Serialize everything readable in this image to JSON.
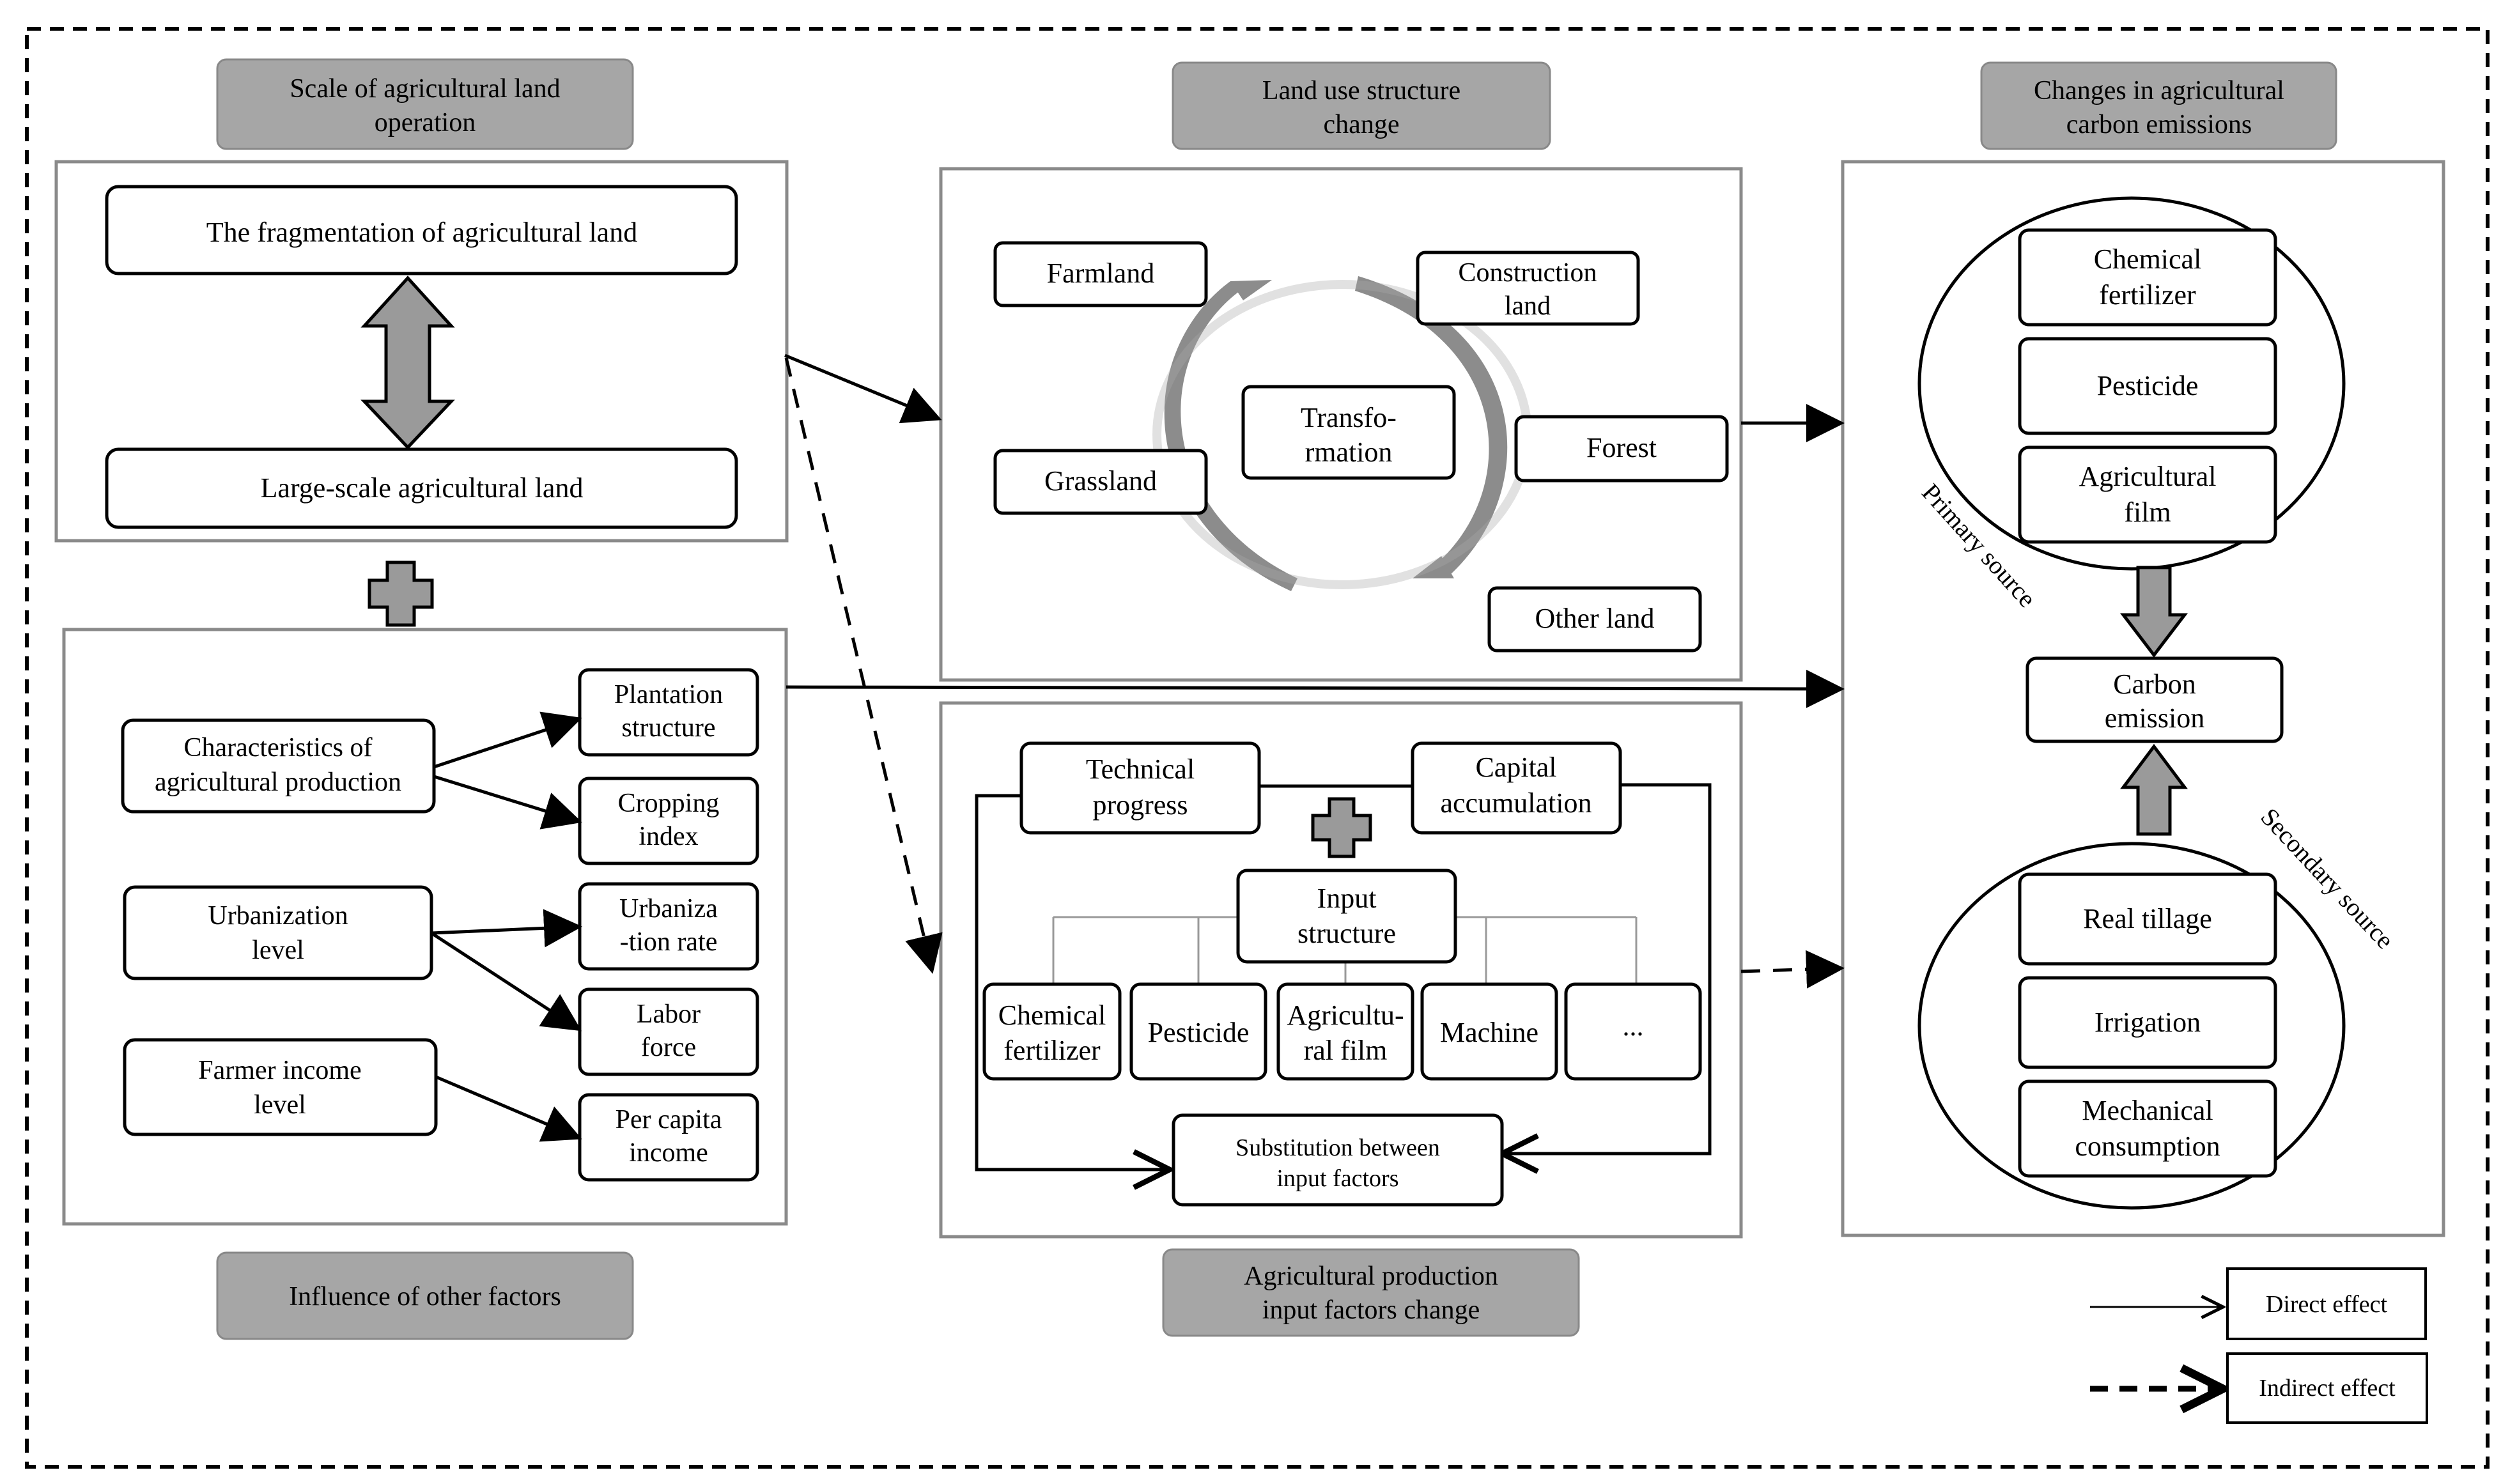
{
  "headers": {
    "scale": [
      "Scale of agricultural land",
      "operation"
    ],
    "land_use": [
      "Land use structure",
      "change"
    ],
    "carbon": [
      "Changes in agricultural",
      "carbon emissions"
    ],
    "other_factors": "Influence of other factors",
    "input_factors": [
      "Agricultural production",
      "input factors change"
    ]
  },
  "scale_panel": {
    "fragmentation": "The fragmentation of agricultural land",
    "large_scale": "Large-scale agricultural land"
  },
  "factors_panel": {
    "characteristics": [
      "Characteristics of",
      "agricultural production"
    ],
    "urbanization_level": [
      "Urbanization",
      "level"
    ],
    "farmer_income": [
      "Farmer income",
      "level"
    ],
    "plantation": [
      "Plantation",
      "structure"
    ],
    "cropping": [
      "Cropping",
      "index"
    ],
    "urbanization_rate": [
      "Urbaniza",
      "-tion rate"
    ],
    "labor": [
      "Labor",
      "force"
    ],
    "per_capita": [
      "Per capita",
      "income"
    ]
  },
  "land_panel": {
    "farmland": "Farmland",
    "construction": [
      "Construction",
      "land"
    ],
    "transformation": [
      "Transfo-",
      "rmation"
    ],
    "grassland": "Grassland",
    "forest": "Forest",
    "other_land": "Other land"
  },
  "input_panel": {
    "technical": [
      "Technical",
      "progress"
    ],
    "capital": [
      "Capital",
      "accumulation"
    ],
    "input_structure": [
      "Input",
      "structure"
    ],
    "chemical": [
      "Chemical",
      "fertilizer"
    ],
    "pesticide": "Pesticide",
    "film": [
      "Agricultu-",
      "ral film"
    ],
    "machine": "Machine",
    "more": "...",
    "substitution": [
      "Substitution between",
      "input factors"
    ]
  },
  "carbon_panel": {
    "chemical": [
      "Chemical",
      "fertilizer"
    ],
    "pesticide": "Pesticide",
    "film": [
      "Agricultural",
      "film"
    ],
    "carbon_emission": [
      "Carbon",
      "emission"
    ],
    "tillage": "Real tillage",
    "irrigation": "Irrigation",
    "mechanical": [
      "Mechanical",
      "consumption"
    ],
    "primary": "Primary source",
    "secondary": "Secondary source"
  },
  "legend": {
    "direct": "Direct effect",
    "indirect": "Indirect effect"
  },
  "colors": {
    "header_fill": "#a6a6a6",
    "arrow_fill": "#9a9a9a",
    "cycle_fill": "#8c8c8c",
    "border": "#000000",
    "panel_border": "#8a8a8a"
  }
}
